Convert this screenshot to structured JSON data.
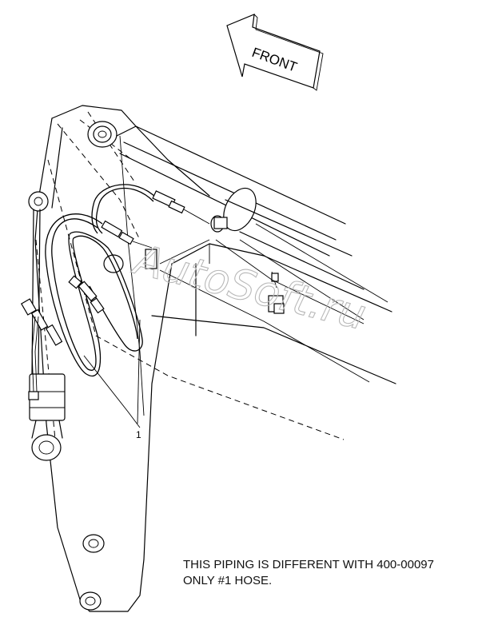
{
  "arrow": {
    "label": "FRONT"
  },
  "callouts": [
    {
      "text": "1"
    }
  ],
  "note": {
    "line1": "THIS PIPING IS DIFFERENT WITH 400-00097",
    "line2": "ONLY #1 HOSE."
  },
  "watermark": {
    "text": "AutoSoft.ru"
  }
}
